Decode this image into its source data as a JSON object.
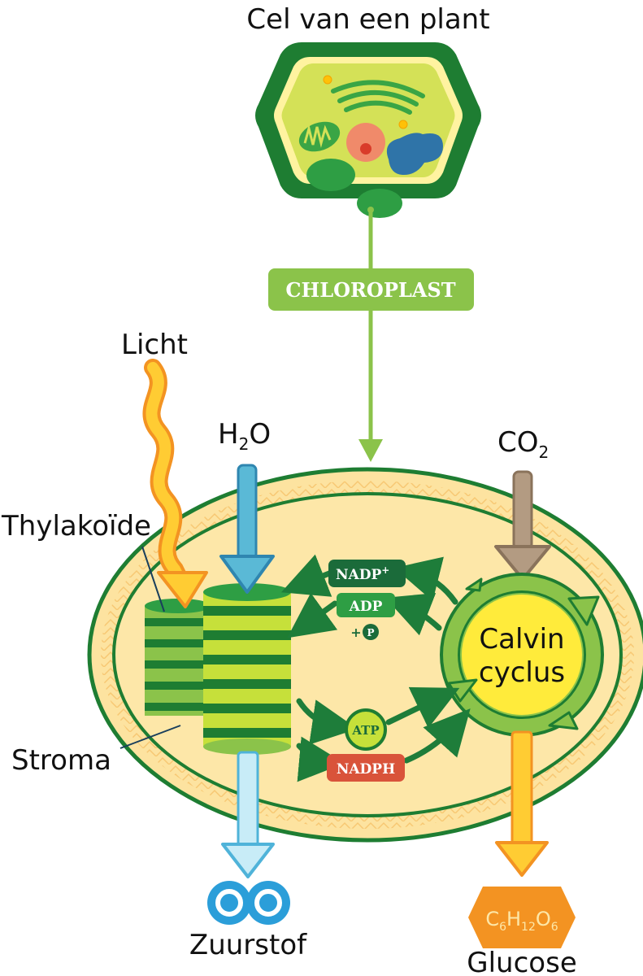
{
  "title": "Cel van een plant",
  "badges": {
    "chloroplast": "CHLOROPLAST",
    "nadp": "NADP",
    "nadp_sup": "+",
    "adp": "ADP",
    "plus": "+",
    "p": "P",
    "atp": "ATP",
    "nadph": "NADPH"
  },
  "labels": {
    "light": "Licht",
    "water_h": "H",
    "water_sub": "2",
    "water_o": "O",
    "co2_main": "CO",
    "co2_sub": "2",
    "thylakoid": "Thylakoïde",
    "stroma": "Stroma",
    "calvin_line1": "Calvin",
    "calvin_line2": "cyclus",
    "oxygen": "Zuurstof",
    "oxygen_atom": "O",
    "glucose": "Glucose",
    "glucose_formula": {
      "c": "C",
      "c_n": "6",
      "h": "H",
      "h_n": "12",
      "o": "O",
      "o_n": "6"
    }
  },
  "colors": {
    "cell_wall": "#1e7d32",
    "cell_inner": "#d4e157",
    "chloroplast_green": "#2e9e44",
    "badge_green": "#8bc34a",
    "badge_dark": "#1b6b3a",
    "nadph_red": "#d9533a",
    "light_orange": "#ffb300",
    "water_blue": "#4fb3d9",
    "co2_brown": "#b39b82",
    "stroma_fill": "#fde7a8",
    "calvin_yellow": "#ffeb3b",
    "oxygen_blue": "#2b9ed9",
    "glucose_orange": "#f39322"
  }
}
